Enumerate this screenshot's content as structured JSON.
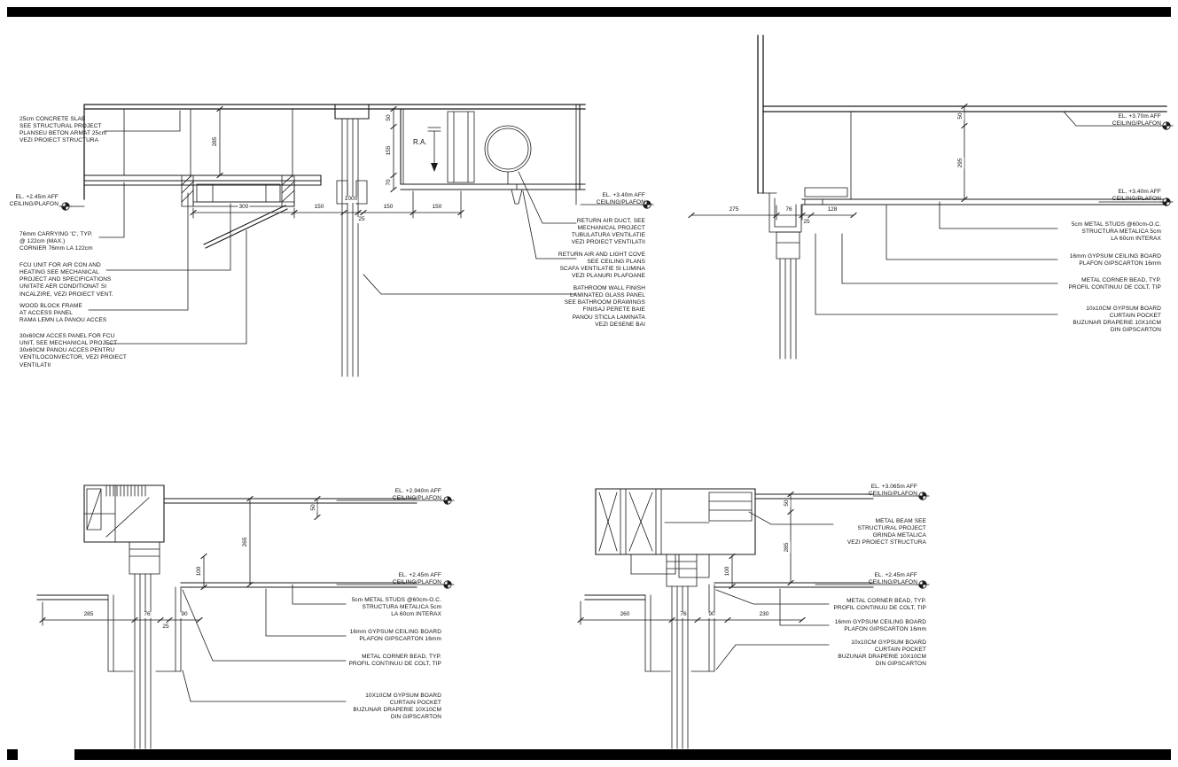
{
  "sheet": {
    "background": "#ffffff",
    "ink": "#1a1a1a",
    "border_bar_color": "#000000"
  },
  "tl": {
    "ra_label": "R.A.",
    "el_left": "EL. +2.45m AFF\nCEILING/PLAFON",
    "el_right": "EL. +3.40m AFF\nCEILING/PLAFON",
    "left": [
      "25cm CONCRETE SLAB\nSEE STRUCTURAL PROJECT\nPLANSEU BETON ARMAT 25cm\nVEZI PROIECT STRUCTURA",
      "76mm CARRYING 'C', TYP.\n@ 122cm (MAX.)\nCORNIER 76mm LA 122cm",
      "FCU UNIT FOR AIR CON AND\nHEATING SEE MECHANICAL\nPROJECT AND SPECIFICATIONS\nUNITATE AER CONDITIONAT SI\nINCALZIRE, VEZI PROIECT VENT.",
      "WOOD BLOCK FRAME\nAT ACCESS PANEL\nRAMA LEMN LA PANOU ACCES",
      "30x60CM ACCES PANEL FOR FCU\nUNIT, SEE MECHANICAL PROJECT\n30x60CM PANOU ACCES PENTRU\nVENTILOCONVECTOR, VEZI PROIECT\nVENTILATII"
    ],
    "right": [
      "RETURN AIR DUCT, SEE\nMECHANICAL PROJECT\nTUBULATURA VENTILATIE\nVEZI PROIECT VENTILATII",
      "RETURN AIR AND LIGHT COVE\nSEE CEILING PLANS\nSCAFA VENTILATIE SI LUMINA\nVEZI PLANURI PLAFOANE",
      "BATHROOM WALL FINISH\nLAMINATED GLASS PANEL\nSEE BATHROOM DRAWINGS\nFINISAJ PERETE BAIE\nPANOU STICLA LAMINATA\nVEZI DESENE BAI"
    ],
    "dims_h": [
      "300",
      "150",
      "1000",
      "25",
      "150",
      "150"
    ],
    "dims_v": [
      "285",
      "50",
      "155",
      "70"
    ]
  },
  "tr": {
    "el_top": "EL. +3.70m AFF\nCEILING/PLAFON",
    "el_mid": "EL. +3.40m AFF\nCEILING/PLAFON",
    "right": [
      "5cm METAL STUDS @60cm-O.C.\nSTRUCTURA METALICA 5cm\nLA 60cm INTERAX",
      "16mm GYPSUM CEILING BOARD\nPLAFON GIPSCARTON 16mm",
      "METAL CORNER BEAD, TYP.\nPROFIL CONTINUU DE COLT, TIP",
      "10x10CM GYPSUM BOARD\nCURTAIN POCKET\nBUZUNAR DRAPERIE 10X10CM\nDIN GIPSCARTON"
    ],
    "dims_h": [
      "275",
      "76",
      "25",
      "128"
    ],
    "dims_v": [
      "50",
      "295"
    ]
  },
  "bl": {
    "el_top": "EL. +2.940m AFF\nCEILING/PLAFON",
    "el_mid": "EL. +2.45m AFF\nCEILING/PLAFON",
    "right": [
      "5cm METAL STUDS @60cm-O.C.\nSTRUCTURA METALICA 5cm\nLA 60cm INTERAX",
      "16mm GYPSUM CEILING BOARD\nPLAFON GIPSCARTON 16mm",
      "METAL CORNER BEAD, TYP.\nPROFIL CONTINUU DE COLT, TIP",
      "10X10CM GYPSUM BOARD\nCURTAIN POCKET\nBUZUNAR DRAPERIE 10X10CM\nDIN GIPSCARTON"
    ],
    "dims_h": [
      "285",
      "76",
      "25",
      "90"
    ],
    "dims_v": [
      "50",
      "265",
      "100"
    ]
  },
  "br": {
    "el_top": "EL. +3.065m AFF\nCEILING/PLAFON",
    "el_mid": "EL. +2.45m AFF\nCEILING/PLAFON",
    "beam_note": "METAL BEAM SEE\nSTRUCTURAL PROJECT\nGRINDA METALICA\nVEZI PROIECT STRUCTURA",
    "right": [
      "METAL CORNER BEAD, TYP.\nPROFIL CONTINUU DE COLT, TIP",
      "16mm GYPSUM CEILING BOARD\nPLAFON GIPSCARTON 16mm",
      "10x10CM GYPSUM BOARD\nCURTAIN POCKET\nBUZUNAR DRAPERIE 10X10CM\nDIN GIPSCARTON"
    ],
    "dims_h": [
      "260",
      "76",
      "90",
      "230"
    ],
    "dims_v": [
      "50",
      "285",
      "100"
    ]
  }
}
